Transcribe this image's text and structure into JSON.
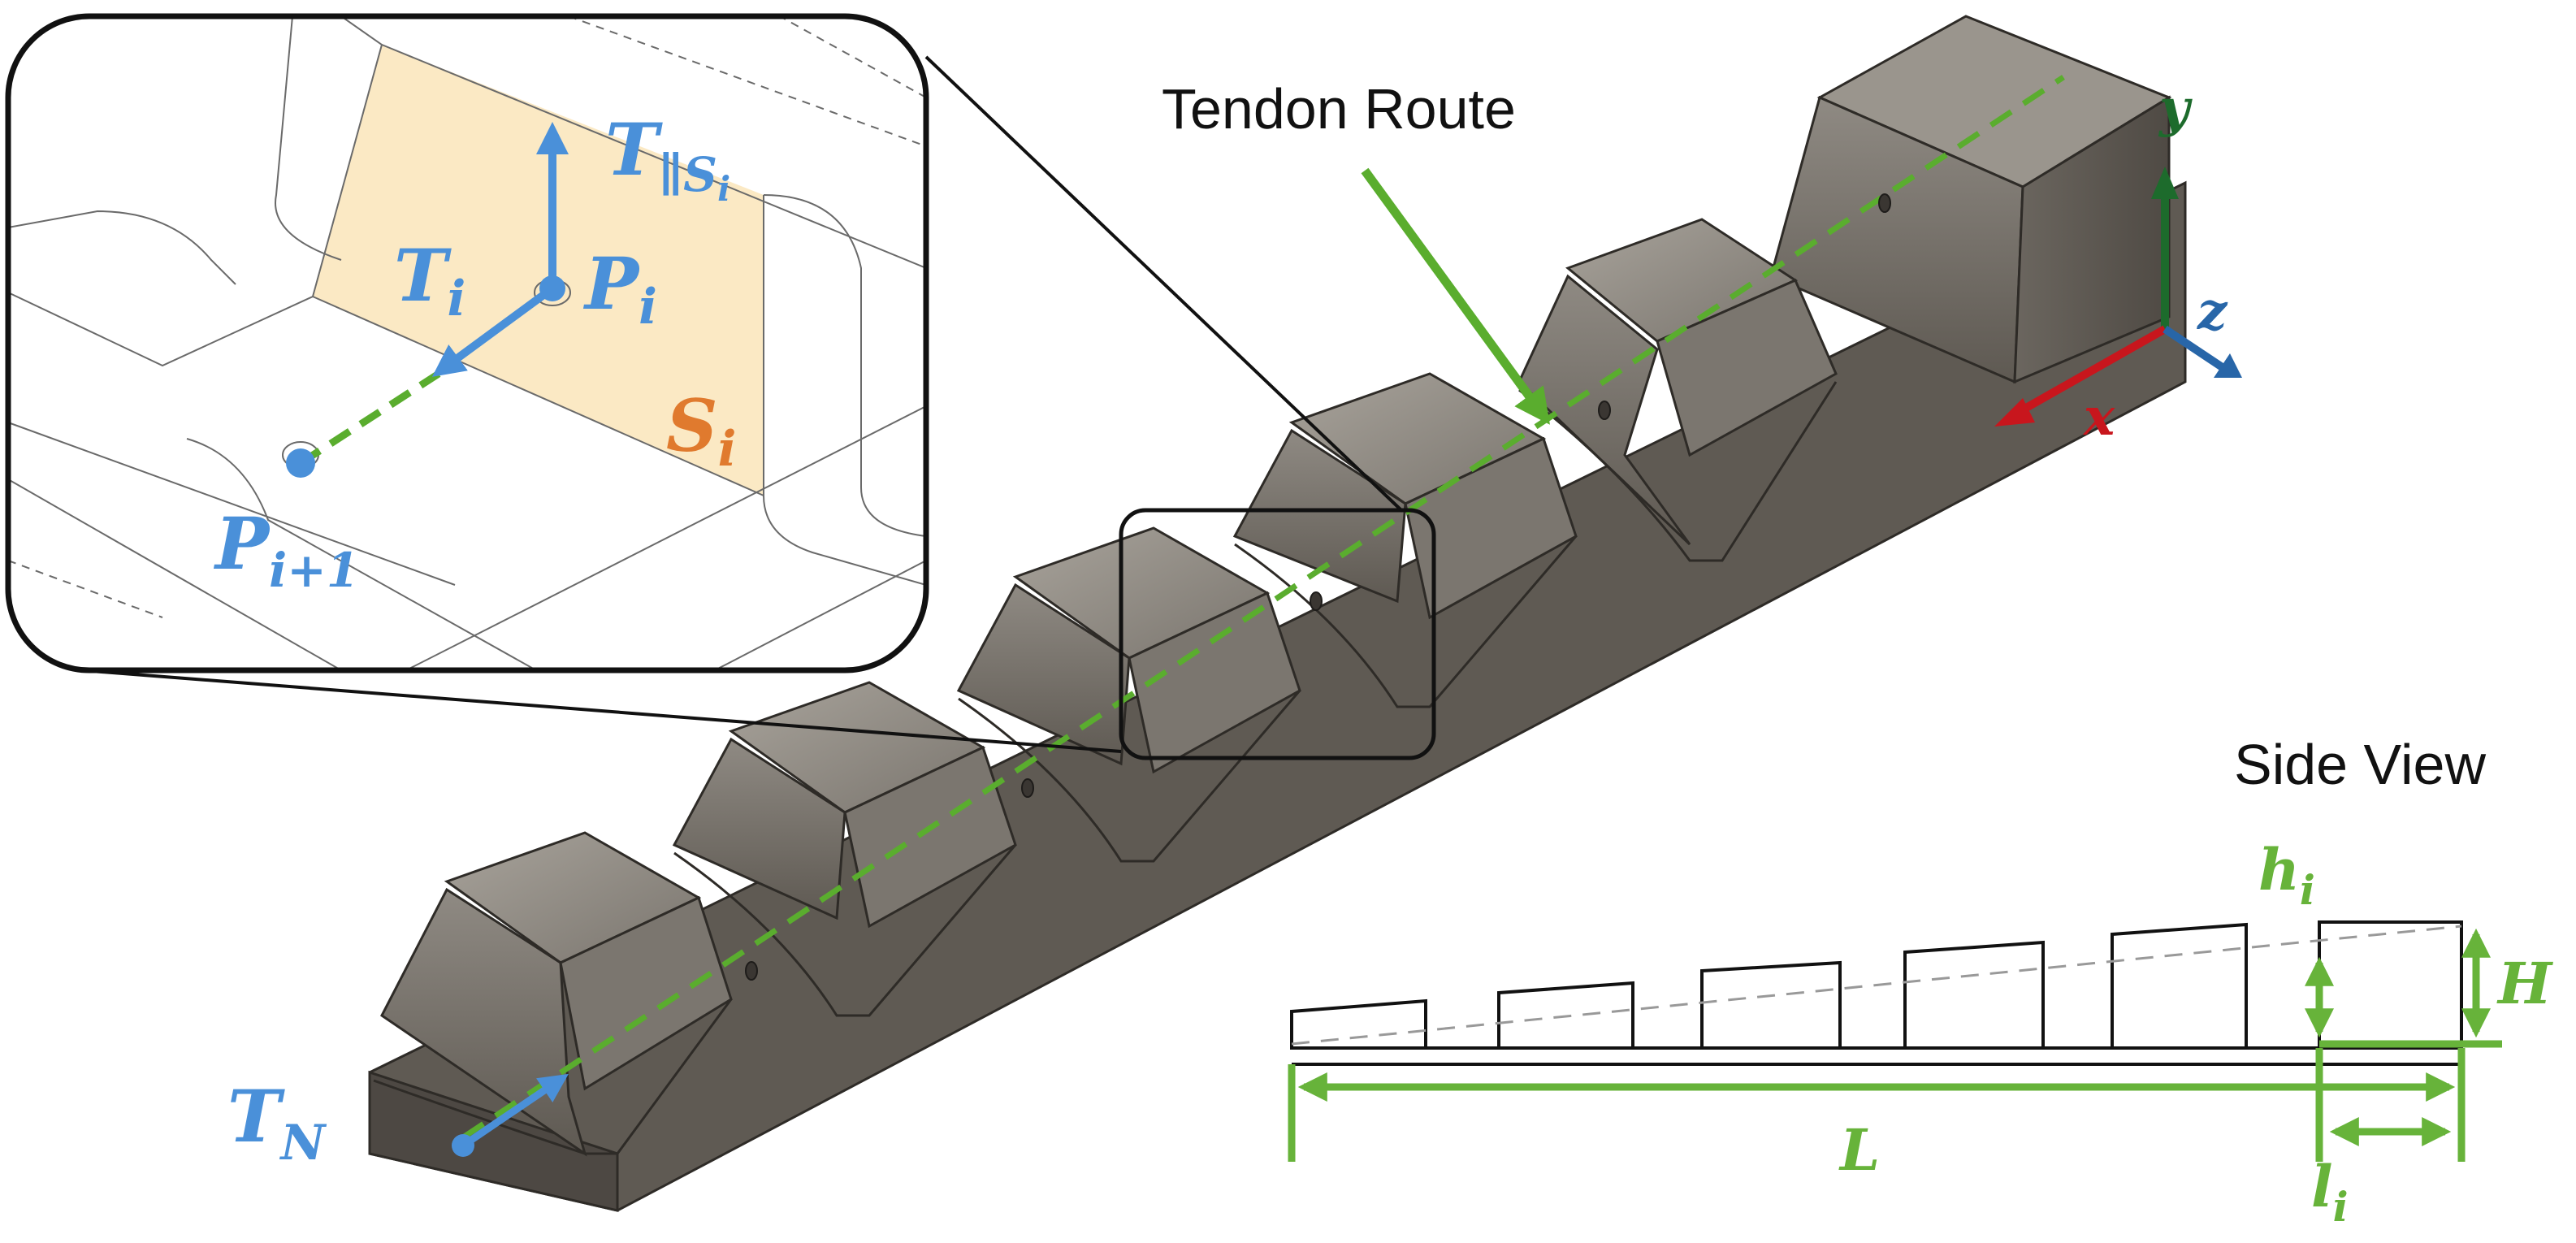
{
  "labels": {
    "tendon_route": "Tendon Route",
    "side_view": "Side View",
    "axis_x": "x",
    "axis_y": "y",
    "axis_z": "z",
    "t_parallel": "T",
    "t_parallel_sub": "∥S",
    "t_parallel_subsub": "i",
    "t_i": "T",
    "t_i_sub": "i",
    "p_i": "P",
    "p_i_sub": "i",
    "s_i": "S",
    "s_i_sub": "i",
    "p_i1": "P",
    "p_i1_sub": "i+1",
    "t_n": "T",
    "t_n_sub": "N",
    "h_i": "h",
    "h_i_sub": "i",
    "H": "H",
    "L": "L",
    "l_i": "l",
    "l_i_sub": "i"
  },
  "colors": {
    "tendon_green": "#5aad2e",
    "dim_green": "#67b33a",
    "force_blue": "#4a90d9",
    "surface_orange": "#e07a2e",
    "surface_fill": "#fbe9c4",
    "axis_red": "#c8161d",
    "axis_green": "#1d6b2c",
    "axis_blue": "#2866a8",
    "body_dark": "#5d5750",
    "body_light": "#8a847c"
  }
}
